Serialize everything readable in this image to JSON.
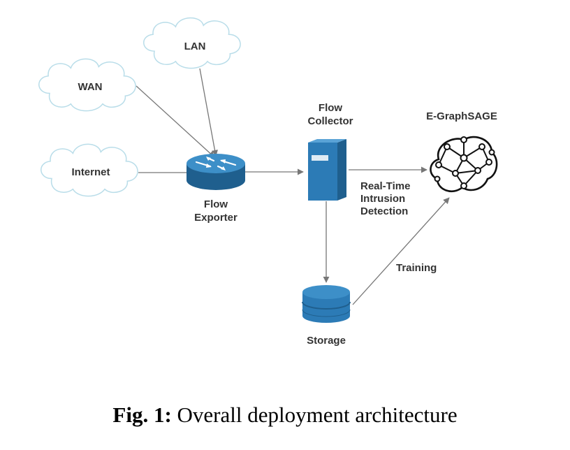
{
  "nodes": {
    "lan": "LAN",
    "wan": "WAN",
    "internet": "Internet",
    "flow_exporter": [
      "Flow",
      "Exporter"
    ],
    "flow_collector": [
      "Flow",
      "Collector"
    ],
    "egraphsage": "E-GraphSAGE",
    "storage": "Storage"
  },
  "edge_labels": {
    "realtime": [
      "Real-Time",
      "Intrusion",
      "Detection"
    ],
    "training": "Training"
  },
  "caption": {
    "label": "Fig. 1:",
    "text": "Overall deployment architecture"
  },
  "colors": {
    "cloud_stroke": "#b9dde9",
    "device_blue": "#2c7bb6",
    "device_dark": "#1f5f8e",
    "device_light": "#3d8fc8",
    "arrow": "#777777",
    "text": "#333333"
  },
  "icons": {
    "router": "router-icon",
    "server": "server-icon",
    "database": "database-icon",
    "neural_network": "neural-network-icon",
    "cloud": "cloud-icon"
  }
}
